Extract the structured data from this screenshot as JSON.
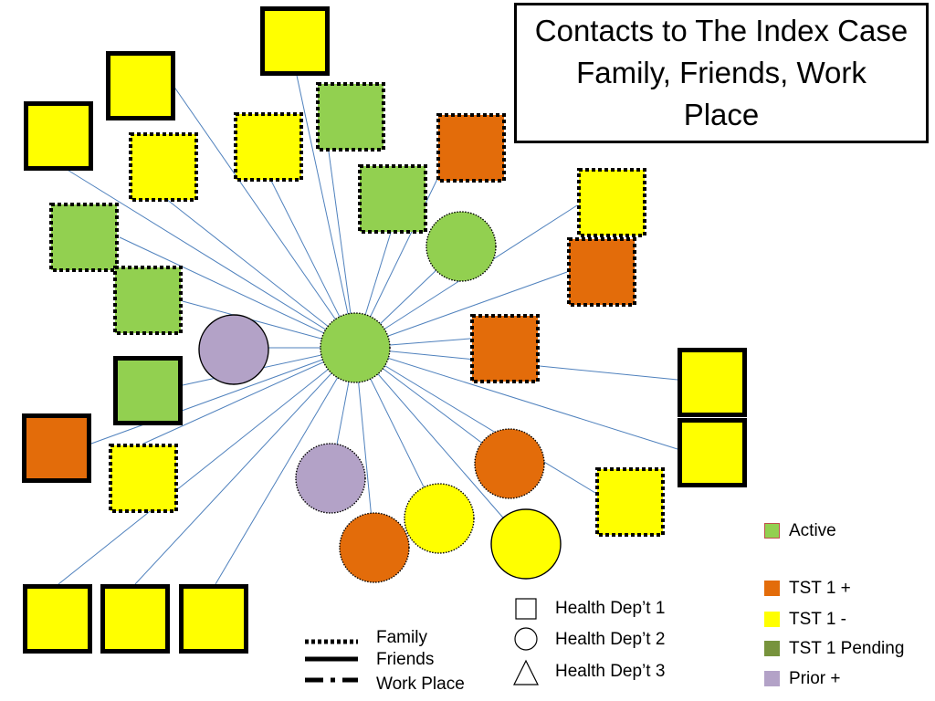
{
  "title": {
    "line1": "Contacts to The Index Case",
    "line2": "Family, Friends, Work",
    "line3": "Place"
  },
  "colors": {
    "active": "#92d050",
    "tst_positive": "#e36c0a",
    "tst_negative": "#ffff00",
    "tst_pending": "#77933c",
    "prior_positive": "#b3a2c7",
    "edge": "#4f81bd"
  },
  "legend": {
    "line_types": {
      "family": "Family",
      "friends": "Friends",
      "work_place": "Work Place"
    },
    "shapes": {
      "square": "Health Dep’t 1",
      "circle": "Health Dep’t 2",
      "triangle": "Health Dep’t 3"
    },
    "status": {
      "active": "Active",
      "tst_positive": "TST 1 +",
      "tst_negative": "TST 1 -",
      "tst_pending": "TST 1 Pending",
      "prior_positive": "Prior +"
    }
  },
  "index_case": {
    "shape": "circle",
    "status": "active",
    "relation": "family"
  },
  "contacts": [
    {
      "shape": "square",
      "status": "tst_negative",
      "relation": "friends"
    },
    {
      "shape": "square",
      "status": "tst_negative",
      "relation": "friends"
    },
    {
      "shape": "square",
      "status": "tst_negative",
      "relation": "friends"
    },
    {
      "shape": "square",
      "status": "active",
      "relation": "family"
    },
    {
      "shape": "square",
      "status": "tst_negative",
      "relation": "family"
    },
    {
      "shape": "square",
      "status": "tst_negative",
      "relation": "family"
    },
    {
      "shape": "square",
      "status": "active",
      "relation": "family"
    },
    {
      "shape": "square",
      "status": "tst_positive",
      "relation": "family"
    },
    {
      "shape": "square",
      "status": "active",
      "relation": "family"
    },
    {
      "shape": "square",
      "status": "active",
      "relation": "family"
    },
    {
      "shape": "circle",
      "status": "active",
      "relation": "family"
    },
    {
      "shape": "square",
      "status": "tst_negative",
      "relation": "family"
    },
    {
      "shape": "square",
      "status": "tst_positive",
      "relation": "family"
    },
    {
      "shape": "square",
      "status": "tst_positive",
      "relation": "family"
    },
    {
      "shape": "circle",
      "status": "prior_positive",
      "relation": "friends"
    },
    {
      "shape": "square",
      "status": "active",
      "relation": "friends"
    },
    {
      "shape": "square",
      "status": "tst_positive",
      "relation": "friends"
    },
    {
      "shape": "square",
      "status": "tst_negative",
      "relation": "family"
    },
    {
      "shape": "square",
      "status": "tst_negative",
      "relation": "friends"
    },
    {
      "shape": "square",
      "status": "tst_negative",
      "relation": "friends"
    },
    {
      "shape": "square",
      "status": "tst_negative",
      "relation": "family"
    },
    {
      "shape": "circle",
      "status": "prior_positive",
      "relation": "family"
    },
    {
      "shape": "circle",
      "status": "tst_positive",
      "relation": "family"
    },
    {
      "shape": "circle",
      "status": "tst_negative",
      "relation": "family"
    },
    {
      "shape": "circle",
      "status": "tst_positive",
      "relation": "family"
    },
    {
      "shape": "circle",
      "status": "tst_negative",
      "relation": "friends"
    },
    {
      "shape": "square",
      "status": "tst_negative",
      "relation": "friends"
    },
    {
      "shape": "square",
      "status": "tst_negative",
      "relation": "friends"
    },
    {
      "shape": "square",
      "status": "tst_negative",
      "relation": "friends"
    }
  ]
}
